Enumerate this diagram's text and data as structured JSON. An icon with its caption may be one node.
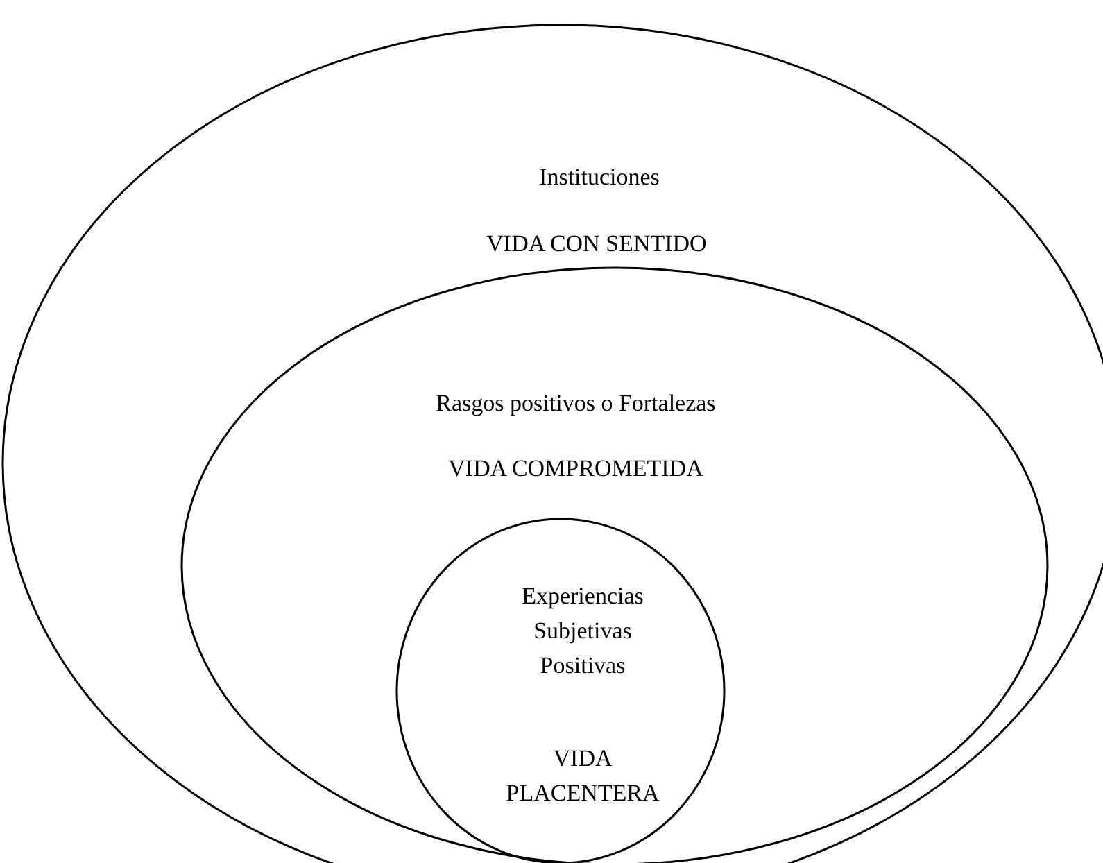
{
  "diagram": {
    "nodes": [
      {
        "text": [
          "Instituciones",
          "VIDA CON SENTIDO"
        ]
      },
      {
        "text": [
          "Rasgos positivos o Fortalezas",
          "VIDA COMPROMETIDA"
        ],
        "in": 0
      },
      {
        "text": [
          "Experiencias Subjetivas Positivas",
          "VIDA PLACENTERA"
        ],
        "in": 1
      }
    ]
  }
}
